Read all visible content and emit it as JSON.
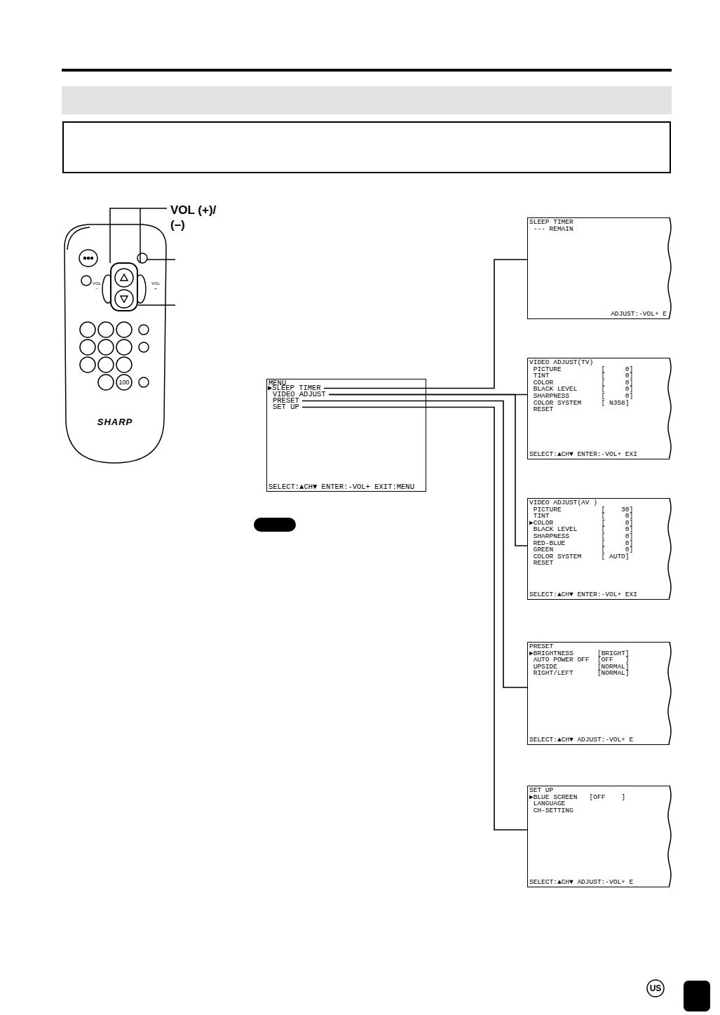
{
  "diagram": {
    "nodes": [
      {
        "text": [
          "MENU",
          "SELECT:▲CH▼ ENTER:-VOL+ EXIT:MENU"
        ]
      },
      {
        "text": [
          "▶SLEEP TIMER"
        ],
        "in": 0
      },
      {
        "text": [
          "VIDEO ADJUST"
        ],
        "in": 0
      },
      {
        "text": [
          "PRESET"
        ],
        "in": 0
      },
      {
        "text": [
          "SET UP"
        ],
        "in": 0
      },
      {
        "text": [
          "SLEEP TIMER",
          " --- REMAIN",
          "ADJUST:-VOL+ E"
        ]
      },
      {
        "text": [
          "VIDEO ADJUST(TV)",
          " PICTURE          [     0]",
          " TINT             [     0]",
          " COLOR            [     0]",
          " BLACK LEVEL      [     0]",
          " SHARPNESS        [     0]",
          " COLOR SYSTEM     [ N358]",
          " RESET",
          "SELECT:▲CH▼ ENTER:-VOL+ EXI"
        ]
      },
      {
        "text": [
          "VIDEO ADJUST(AV )",
          " PICTURE          [    30]",
          " TINT             [     0]",
          "▶COLOR            [     0]",
          " BLACK LEVEL      [     0]",
          " SHARPNESS        [     0]",
          " RED-BLUE         [     0]",
          " GREEN            [     0]",
          " COLOR SYSTEM     [ AUTO]",
          " RESET",
          "SELECT:▲CH▼ ENTER:-VOL+ EXI"
        ]
      },
      {
        "text": [
          "PRESET",
          "▶BRIGHTNESS      [BRIGHT]",
          " AUTO POWER OFF  [OFF   ]",
          " UPSIDE          [NORMAL]",
          " RIGHT/LEFT      [NORMAL]",
          "SELECT:▲CH▼ ADJUST:-VOL+ E"
        ]
      },
      {
        "text": [
          "SET UP",
          "▶BLUE SCREEN   [OFF    ]",
          " LANGUAGE",
          " CH-SETTING",
          "SELECT:▲CH▼ ADJUST:-VOL+ E"
        ]
      }
    ],
    "edges": [
      {
        "from": 1,
        "to": 5,
        "arrow": "none"
      },
      {
        "from": 2,
        "to": 6,
        "arrow": "none"
      },
      {
        "from": 2,
        "to": 7,
        "arrow": "none"
      },
      {
        "from": 3,
        "to": 8,
        "arrow": "none"
      },
      {
        "from": 4,
        "to": 9,
        "arrow": "none"
      }
    ],
    "labels": [
      "VOL (+)/ (–)",
      "VOL –",
      "VOL +",
      "100",
      "SHARP",
      "US"
    ]
  }
}
